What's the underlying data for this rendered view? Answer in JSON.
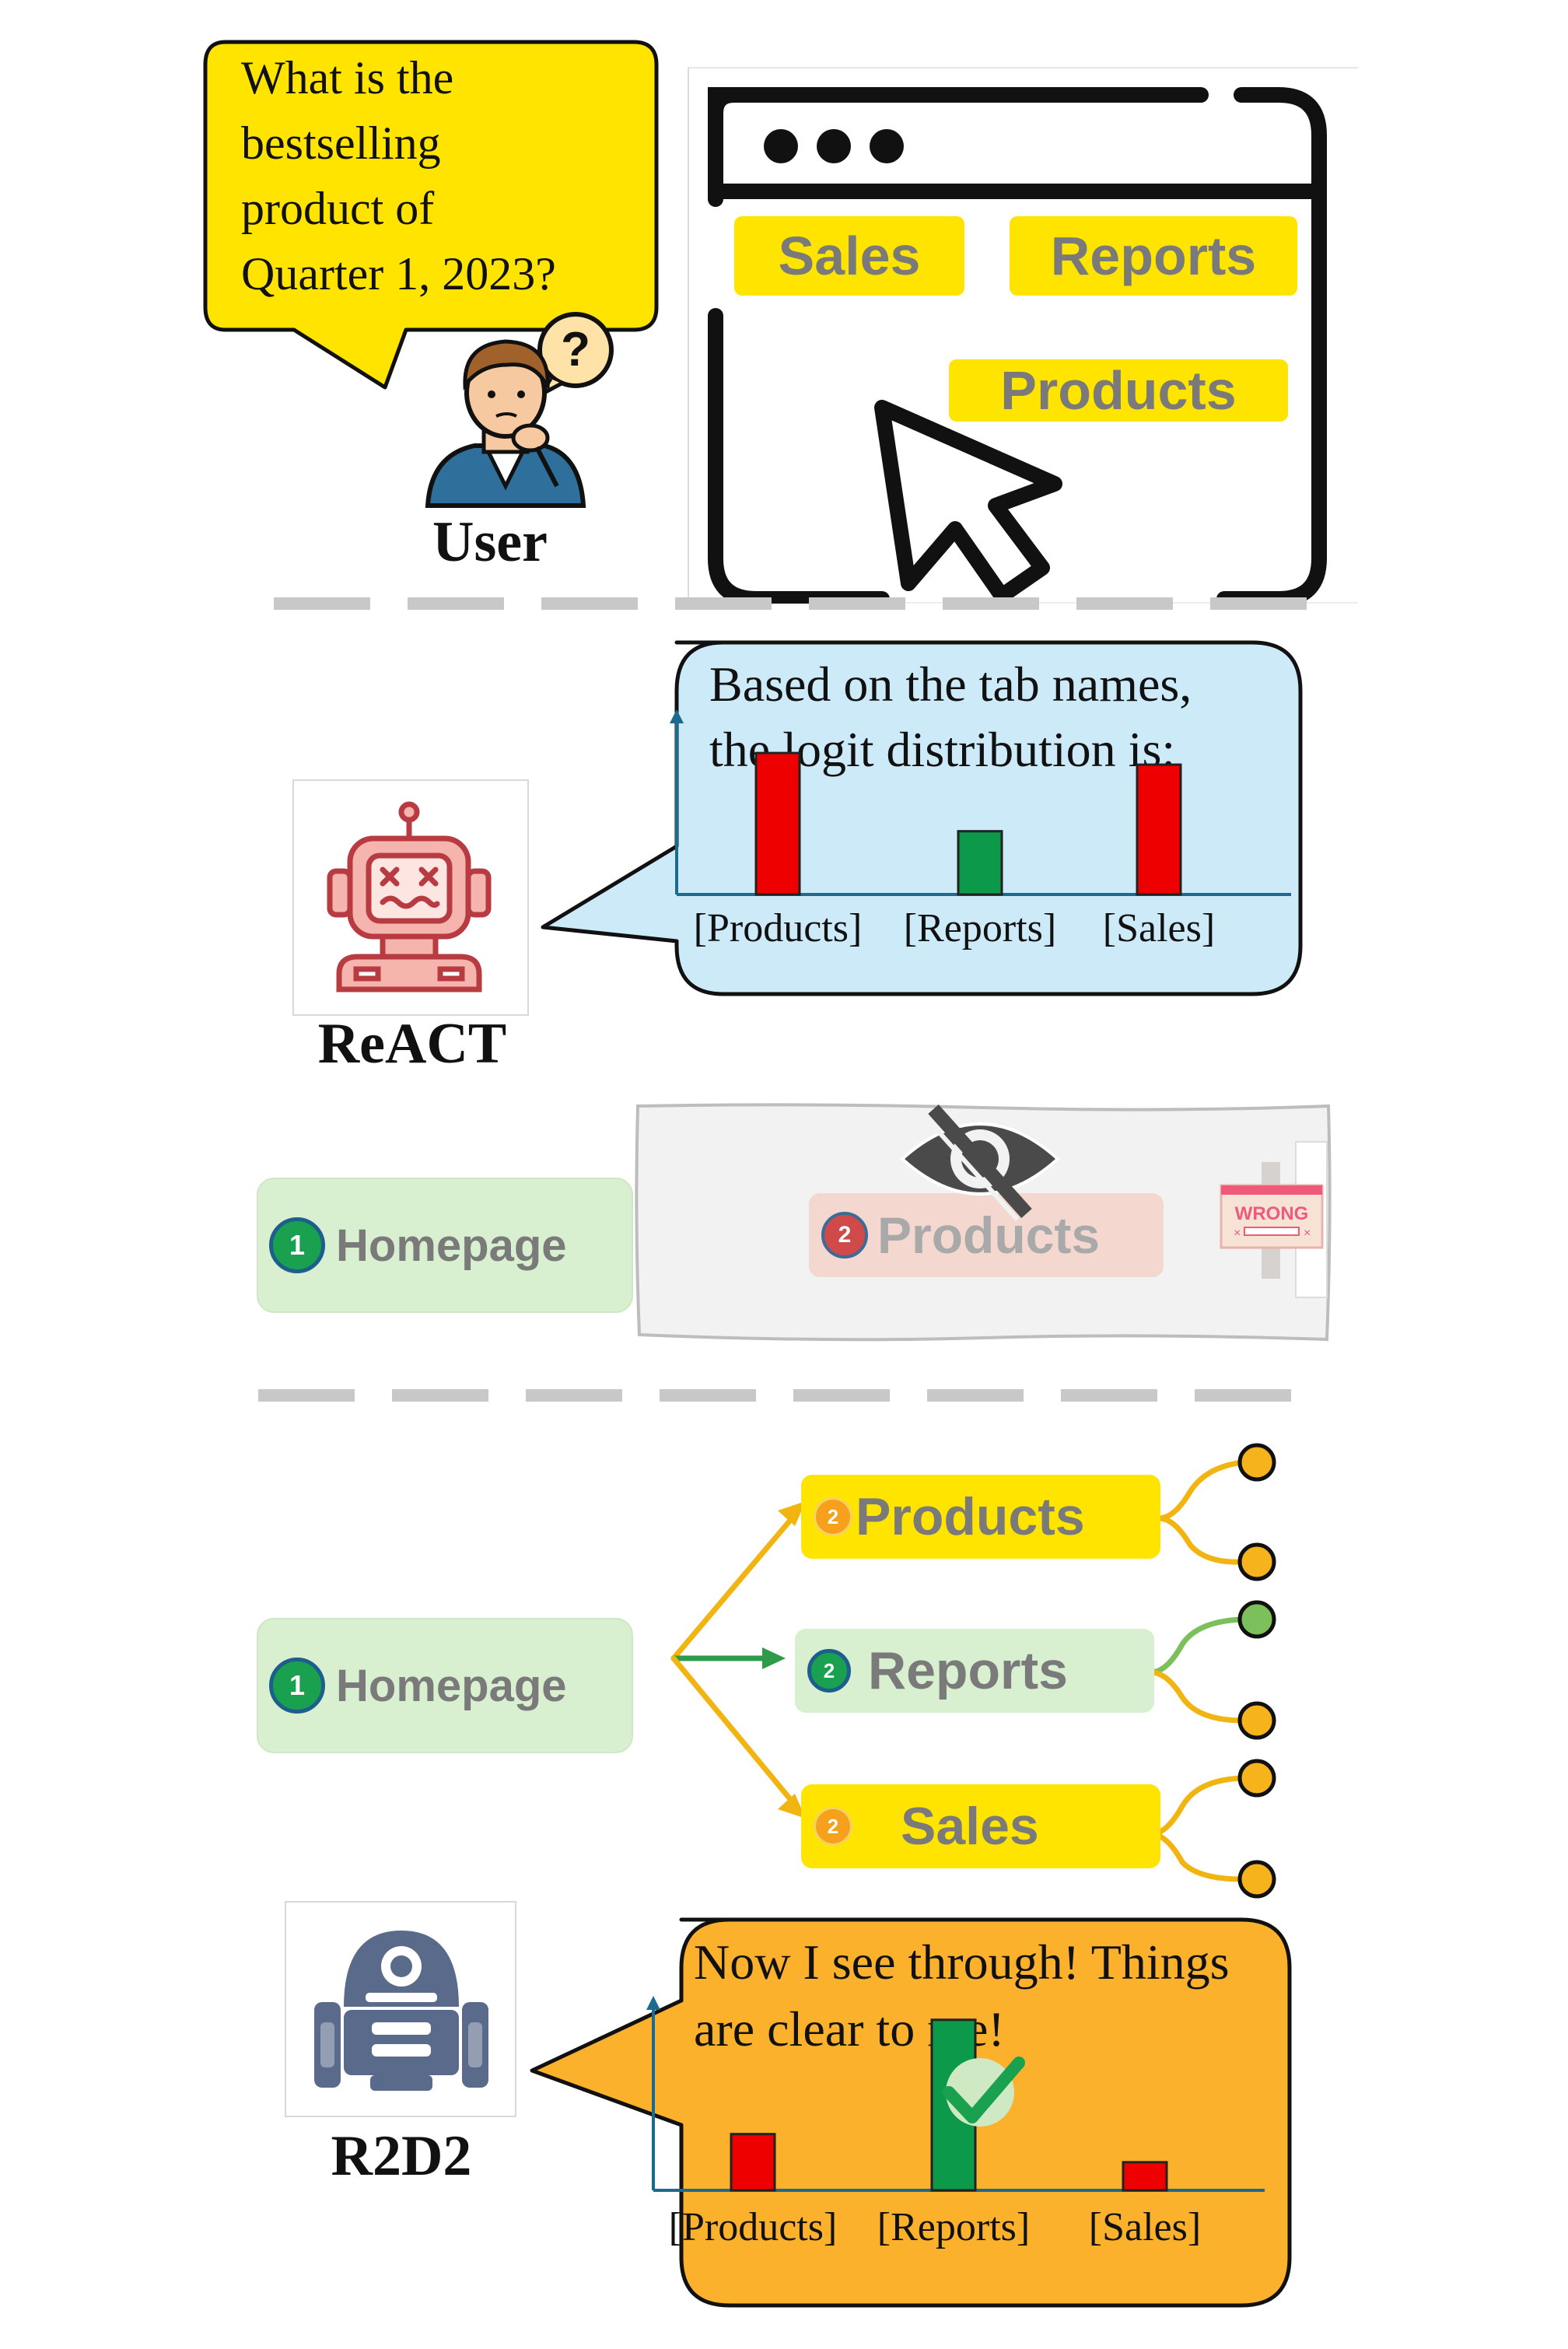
{
  "user_section": {
    "question": [
      "What is the",
      "bestselling",
      "product of",
      "Quarter 1, 2023?"
    ],
    "user_label": "User",
    "question_mark": "?"
  },
  "browser_window": {
    "tabs": [
      "Sales",
      "Reports",
      "Products"
    ]
  },
  "react_section": {
    "agent_label": "ReACT",
    "bubble_lines": [
      "Based on the tab names,",
      "the logit distribution is:"
    ],
    "chart_categories": [
      "[Products]",
      "[Reports]",
      "[Sales]"
    ],
    "chart_values": [
      0.85,
      0.38,
      0.78
    ],
    "bar_colors": [
      "#ee0000",
      "#0c9a4a",
      "#ee0000"
    ]
  },
  "react_path": {
    "start_node": {
      "number": "1",
      "label": "Homepage"
    },
    "wrong_node": {
      "number": "2",
      "label": "Products"
    },
    "wrong_sign": "WRONG",
    "icons": [
      "hidden-eye-icon",
      "wrong-sign-icon"
    ]
  },
  "r2d2_tree": {
    "root": {
      "number": "1",
      "label": "Homepage"
    },
    "children": [
      {
        "number": "2",
        "label": "Products",
        "color": "#ffe400"
      },
      {
        "number": "2",
        "label": "Reports",
        "color": "#d8f0d0"
      },
      {
        "number": "2",
        "label": "Sales",
        "color": "#ffe400"
      }
    ]
  },
  "r2d2_section": {
    "agent_label": "R2D2",
    "bubble_lines": [
      "Now I see through! Things",
      "are clear to me!"
    ],
    "chart_categories": [
      "[Products]",
      "[Reports]",
      "[Sales]"
    ],
    "chart_values": [
      0.32,
      0.97,
      0.16
    ],
    "bar_colors": [
      "#ee0000",
      "#0c9a4a",
      "#ee0000"
    ]
  },
  "colors": {
    "yellow": "#ffe400",
    "light_blue": "#cdeaf9",
    "orange": "#fbb12c",
    "light_green": "#d8f0d0",
    "green": "#0c9a4a",
    "red": "#ee0000"
  }
}
